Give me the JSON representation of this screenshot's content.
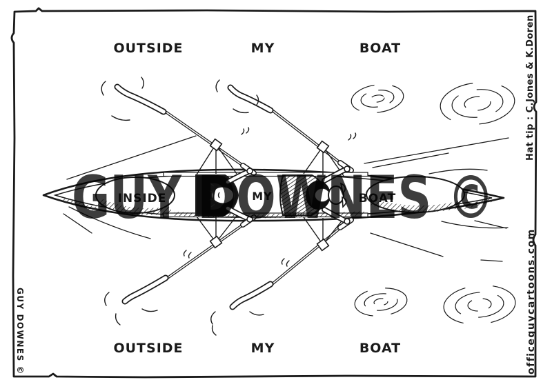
{
  "artwork": {
    "title_top": {
      "w1": "OUTSIDE",
      "w2": "MY",
      "w3": "BOAT"
    },
    "boat_labels": {
      "w1": "INSIDE",
      "w2": "MY",
      "w3": "BOAT"
    },
    "title_bottom": {
      "w1": "OUTSIDE",
      "w2": "MY",
      "w3": "BOAT"
    },
    "watermark": "GUY DOWNES ©",
    "side_credits": {
      "hat_tip": "Hat tip : C.Jones & K.Doren",
      "website": "officeguycartoons.com",
      "artist": "GUY DOWNES ©"
    },
    "colors": {
      "ink": "#1a1a1a",
      "paper": "#ffffff",
      "watermark": "#b2b2b2"
    }
  }
}
